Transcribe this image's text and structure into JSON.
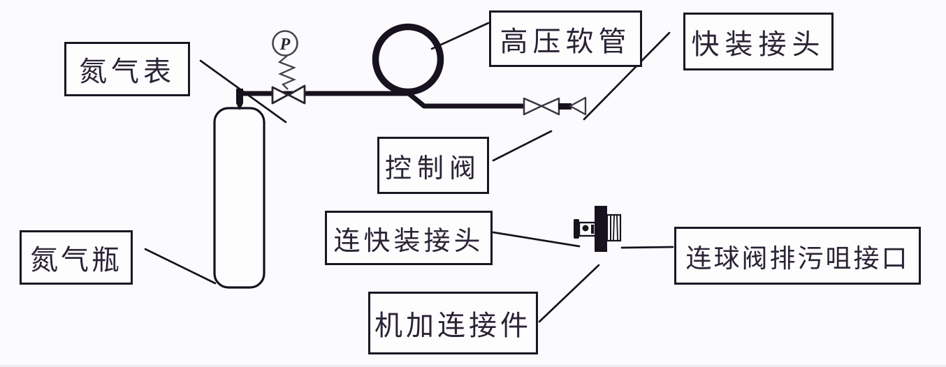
{
  "labels": {
    "nitrogen_gauge": "氮气表",
    "nitrogen_bottle": "氮气瓶",
    "high_pressure_hose": "高压软管",
    "quick_connector": "快装接头",
    "control_valve": "控制阀",
    "connect_quick_connector": "连快装接头",
    "ball_valve_drain_port": "连球阀排污咀接口",
    "machined_connector": "机加连接件"
  },
  "gauge": {
    "letter": "P"
  },
  "colors": {
    "ink": "#17121d",
    "valve_stroke": "#3a3442",
    "label_text": "#2b2335",
    "box_border": "#1a1622",
    "background": "#fbfbfd"
  }
}
